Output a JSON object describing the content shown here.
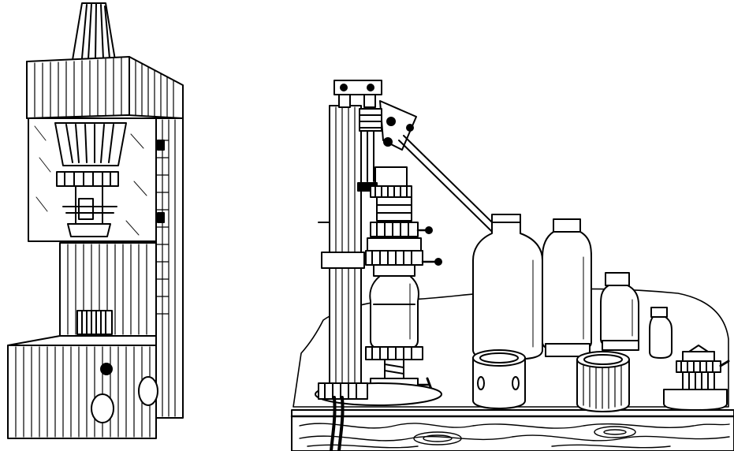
{
  "illustration": {
    "style": "black-and-white line engraving",
    "ink_color": "#000000",
    "paper_color": "#ffffff",
    "objects": [
      "enclosed-capping-machine",
      "bench-capping-press",
      "glass-bottle-large",
      "glass-bottle-medium",
      "glass-bottle-small",
      "glass-vial-tiny",
      "bottle-holder-open",
      "bottle-holder-ring",
      "capping-chuck",
      "wooden-table"
    ]
  }
}
